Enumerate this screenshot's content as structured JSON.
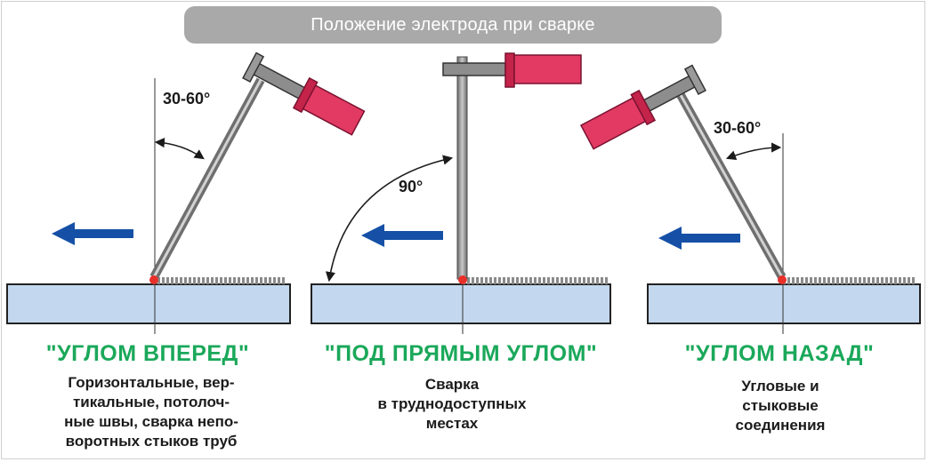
{
  "title": "Положение электрода при сварке",
  "panels": [
    {
      "heading": "\"УГЛОМ ВПЕРЕД\"",
      "angle_label": "30-60°",
      "description": "Горизонтальные, вер-\nтикальные, потолоч-\nные швы, сварка непо-\nворотных стыков труб"
    },
    {
      "heading": "\"ПОД ПРЯМЫМ УГЛОМ\"",
      "angle_label": "90°",
      "description": "Сварка\nв труднодоступных\nместах"
    },
    {
      "heading": "\"УГЛОМ НАЗАД\"",
      "angle_label": "30-60°",
      "description": "Угловые и стыковые\nсоединения"
    }
  ],
  "colors": {
    "plate": "#c3d8ee",
    "arrow": "#1550a6",
    "holder": "#e23a63",
    "electrode": "#8f8f8f",
    "heading": "#1aa85a",
    "title_bg": "#a9a9a9"
  }
}
